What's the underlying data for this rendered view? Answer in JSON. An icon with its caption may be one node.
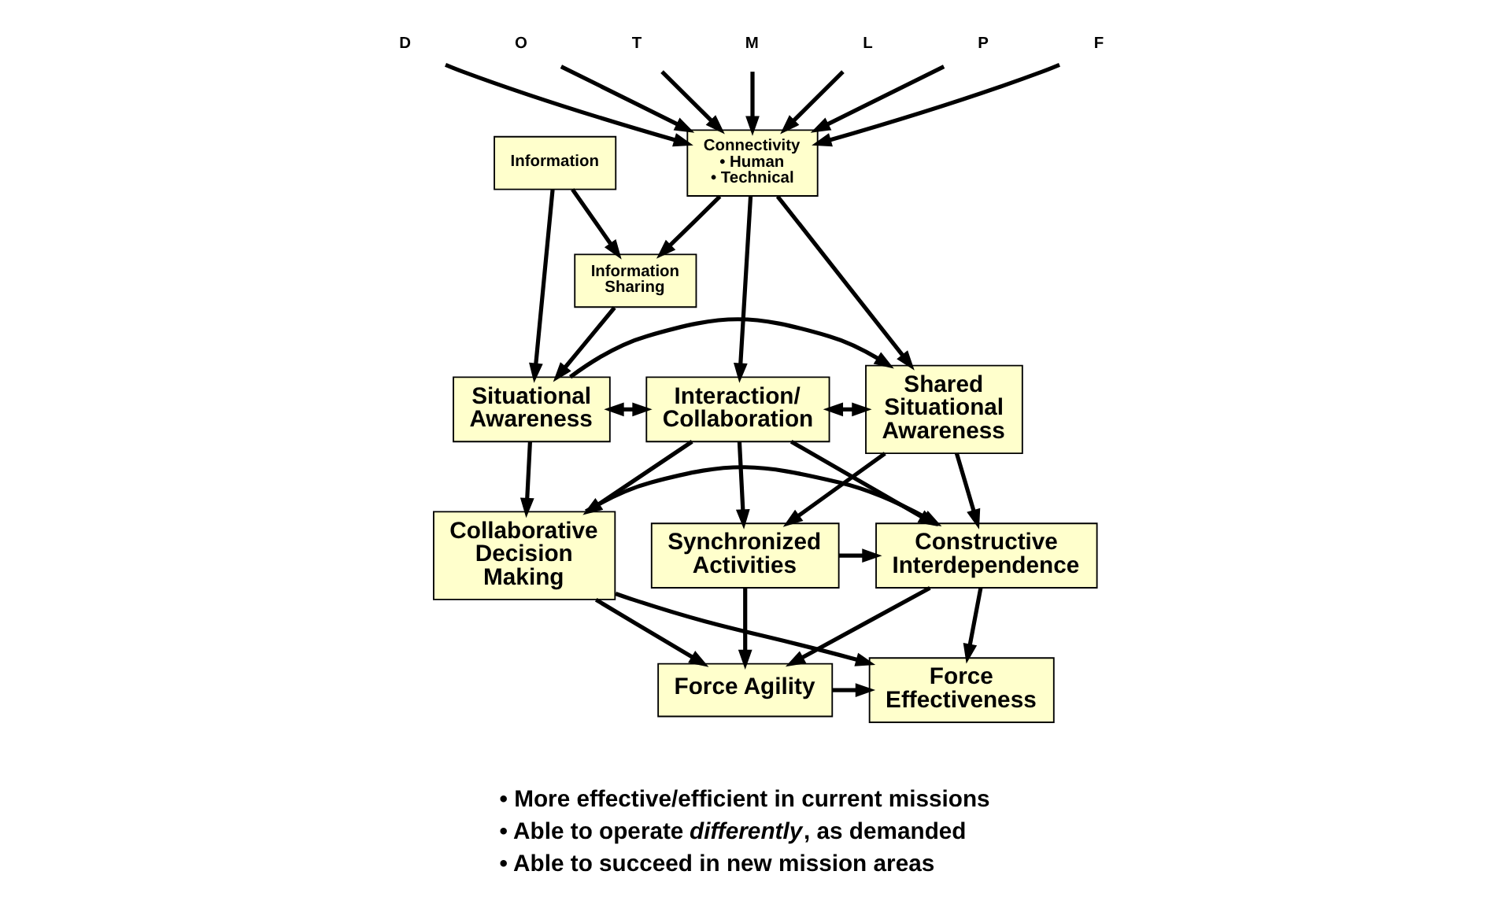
{
  "diagram": {
    "nodes": [
      {
        "text": [
          "D"
        ]
      },
      {
        "text": [
          "O"
        ]
      },
      {
        "text": [
          "T"
        ]
      },
      {
        "text": [
          "M"
        ]
      },
      {
        "text": [
          "L"
        ]
      },
      {
        "text": [
          "P"
        ]
      },
      {
        "text": [
          "F"
        ]
      },
      {
        "text": [
          "Connectivity",
          "• Human",
          "• Technical"
        ]
      },
      {
        "text": [
          "Information Sharing"
        ]
      },
      {
        "text": [
          "Information"
        ]
      },
      {
        "text": [
          "Situational Awareness"
        ]
      },
      {
        "text": [
          "Interaction/ Collaboration"
        ]
      },
      {
        "text": [
          "Shared Situational Awareness"
        ]
      },
      {
        "text": [
          "Collaborative Decision Making"
        ]
      },
      {
        "text": [
          "Constructive Interdependence"
        ]
      },
      {
        "text": [
          "Synchronized Activities"
        ]
      },
      {
        "text": [
          "Force Agility"
        ]
      },
      {
        "text": [
          "Force Effectiveness"
        ]
      }
    ],
    "edges": [
      {
        "from": 0,
        "to": 7,
        "arrow": "to"
      },
      {
        "from": 1,
        "to": 7,
        "arrow": "to"
      },
      {
        "from": 2,
        "to": 7,
        "arrow": "to"
      },
      {
        "from": 3,
        "to": 7,
        "arrow": "to"
      },
      {
        "from": 4,
        "to": 7,
        "arrow": "to"
      },
      {
        "from": 5,
        "to": 7,
        "arrow": "to"
      },
      {
        "from": 6,
        "to": 7,
        "arrow": "to"
      },
      {
        "from": 7,
        "to": 8,
        "arrow": "to"
      },
      {
        "from": 9,
        "to": 8,
        "arrow": "to"
      },
      {
        "from": 8,
        "to": 10,
        "arrow": "to"
      },
      {
        "from": 9,
        "to": 10,
        "arrow": "to"
      },
      {
        "from": 7,
        "to": 11,
        "arrow": "to"
      },
      {
        "from": 7,
        "to": 12,
        "arrow": "to"
      },
      {
        "from": 10,
        "to": 12,
        "arrow": "to"
      },
      {
        "from": 10,
        "to": 11,
        "arrow": "both"
      },
      {
        "from": 11,
        "to": 12,
        "arrow": "both"
      },
      {
        "from": 10,
        "to": 13,
        "arrow": "to"
      },
      {
        "from": 11,
        "to": 13,
        "arrow": "to"
      },
      {
        "from": 11,
        "to": 14,
        "arrow": "to"
      },
      {
        "from": 11,
        "to": 15,
        "arrow": "to"
      },
      {
        "from": 12,
        "to": 14,
        "arrow": "to"
      },
      {
        "from": 12,
        "to": 15,
        "arrow": "to"
      },
      {
        "from": 13,
        "to": 14,
        "arrow": "to"
      },
      {
        "from": 15,
        "to": 14,
        "arrow": "to"
      },
      {
        "from": 13,
        "to": 16,
        "arrow": "to"
      },
      {
        "from": 13,
        "to": 17,
        "arrow": "to"
      },
      {
        "from": 14,
        "to": 16,
        "arrow": "to"
      },
      {
        "from": 14,
        "to": 17,
        "arrow": "to"
      },
      {
        "from": 15,
        "to": 16,
        "arrow": "to"
      },
      {
        "from": 16,
        "to": 17,
        "arrow": "to"
      }
    ],
    "labels": [
      "• More effective/efficient in current missions",
      "• Able to operate *differently*, as demanded",
      "• Able to succeed in new mission areas"
    ]
  }
}
